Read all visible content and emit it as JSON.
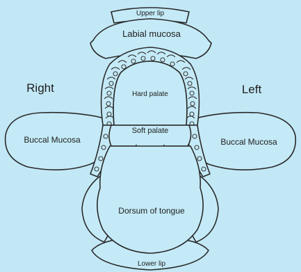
{
  "diagram": {
    "labels": {
      "upper_lip": "Upper lip",
      "labial_mucosa": "Labial mucosa",
      "hard_palate": "Hard palate",
      "soft_palate": "Soft palate",
      "right": "Right",
      "left": "Left",
      "buccal_mucosa_right": "Buccal Mucosa",
      "buccal_mucosa_left": "Buccal Mucosa",
      "dorsum_of_tongue": "Dorsum of tongue",
      "lower_lip": "Lower lip"
    },
    "colors": {
      "background": "#c2e8f6",
      "line": "#2a2a2a"
    }
  }
}
